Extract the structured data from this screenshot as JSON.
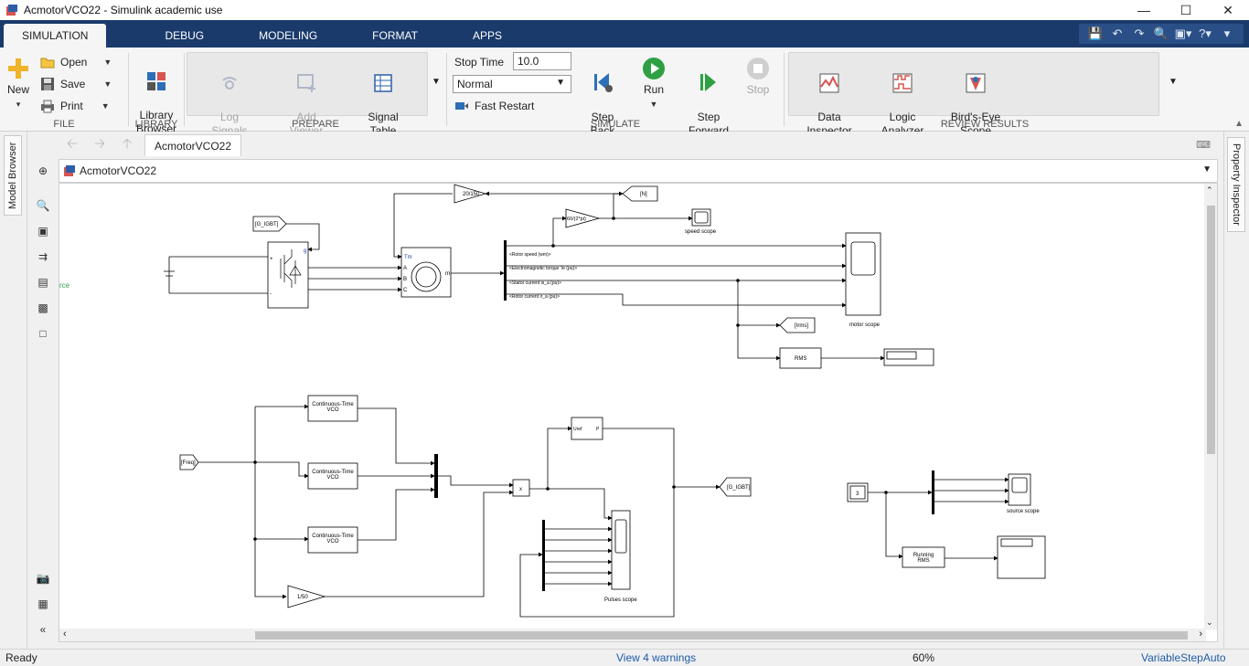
{
  "window": {
    "title": "AcmotorVCO22 - Simulink academic use",
    "minimize": "—",
    "maximize": "☐",
    "close": "✕"
  },
  "tabs": [
    {
      "label": "SIMULATION"
    },
    {
      "label": "DEBUG"
    },
    {
      "label": "MODELING"
    },
    {
      "label": "FORMAT"
    },
    {
      "label": "APPS"
    }
  ],
  "ribbon": {
    "file": {
      "label": "FILE",
      "new_label": "New",
      "open_label": "Open",
      "save_label": "Save",
      "print_label": "Print"
    },
    "library": {
      "label": "LIBRARY",
      "browser_label": "Library\nBrowser"
    },
    "prepare": {
      "label": "PREPARE",
      "log_signals": "Log\nSignals",
      "add_viewer": "Add\nViewer",
      "signal_table": "Signal\nTable"
    },
    "simulate": {
      "label": "SIMULATE",
      "stop_time_label": "Stop Time",
      "stop_time_value": "10.0",
      "mode_value": "Normal",
      "fast_restart": "Fast Restart",
      "step_back": "Step\nBack",
      "run": "Run",
      "step_forward": "Step\nForward",
      "stop": "Stop"
    },
    "review": {
      "label": "REVIEW RESULTS",
      "data_inspector": "Data\nInspector",
      "logic_analyzer": "Logic\nAnalyzer",
      "birds_eye": "Bird's-Eye\nScope"
    }
  },
  "side": {
    "model_browser": "Model Browser",
    "property_inspector": "Property Inspector"
  },
  "doc_tab": "AcmotorVCO22",
  "address": "AcmotorVCO22",
  "diagram": {
    "partial_label": "rce",
    "gain_top": "20/150",
    "goto_n": "[N]",
    "gain_speed": "60/(2*pi)",
    "speed_scope": "speed scope",
    "from_gigbt": "[G_IGBT]",
    "tm_label": "Tm",
    "port_a": "A",
    "port_b": "B",
    "port_c": "C",
    "port_m": "m",
    "port_g": "g",
    "port_plus": "+",
    "port_minus": "-",
    "sig_rotor_speed": "<Rotor speed (wm)>",
    "sig_torque": "<Electromagnetic torque Te (pu)>",
    "sig_stator": "<Stator current is_a (pu)>",
    "sig_rotor_current": "<Rotor current ir_a (pu)>",
    "motor_scope": "motor scope",
    "goto_irms": "[Irms]",
    "rms": "RMS",
    "vco1": "Continuous-Time\nVCO",
    "vco2": "Continuous-Time\nVCO",
    "vco3": "Continuous-Time\nVCO",
    "from_freq": "[Freq]",
    "uref": "Uref",
    "uref_p": "P",
    "product": "x",
    "goto_gigbt": "[G_IGBT]",
    "gain_150": "1/50",
    "pulses_scope": "Pulses scope",
    "const_3": "3",
    "source_scope": "source scope",
    "running_rms": "Running\nRMS"
  },
  "status": {
    "ready": "Ready",
    "warnings": "View 4 warnings",
    "zoom": "60%",
    "solver": "VariableStepAuto"
  }
}
